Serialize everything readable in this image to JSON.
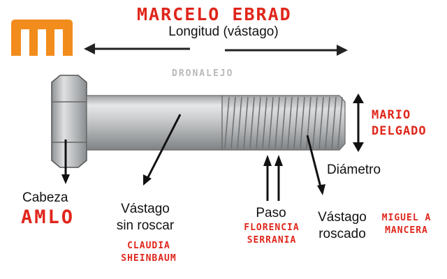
{
  "colors": {
    "accent_red": "#e0261b",
    "logo_orange": "#f28c1c",
    "steel": "#b9bcbe"
  },
  "logo": {
    "icon": "metro-m-logo-icon",
    "letter": "M"
  },
  "title_top": "MARCELO EBRAD",
  "length_label": "Longitud (vástago)",
  "watermark": "DRONALEJO",
  "labels": {
    "cabeza": "Cabeza",
    "vastago_sin_roscar": [
      "Vástago",
      "sin roscar"
    ],
    "paso": "Paso",
    "vastago_roscado": [
      "Vástago",
      "roscado"
    ],
    "diametro": "Diámetro"
  },
  "names": {
    "head": "AMLO",
    "unthreaded": [
      "CLAUDIA",
      "SHEINBAUM"
    ],
    "pitch": [
      "FLORENCIA",
      "SERRANIA"
    ],
    "threaded": [
      "MIGUEL A",
      "MANCERA"
    ],
    "diameter": [
      "MARIO",
      "DELGADO"
    ]
  }
}
